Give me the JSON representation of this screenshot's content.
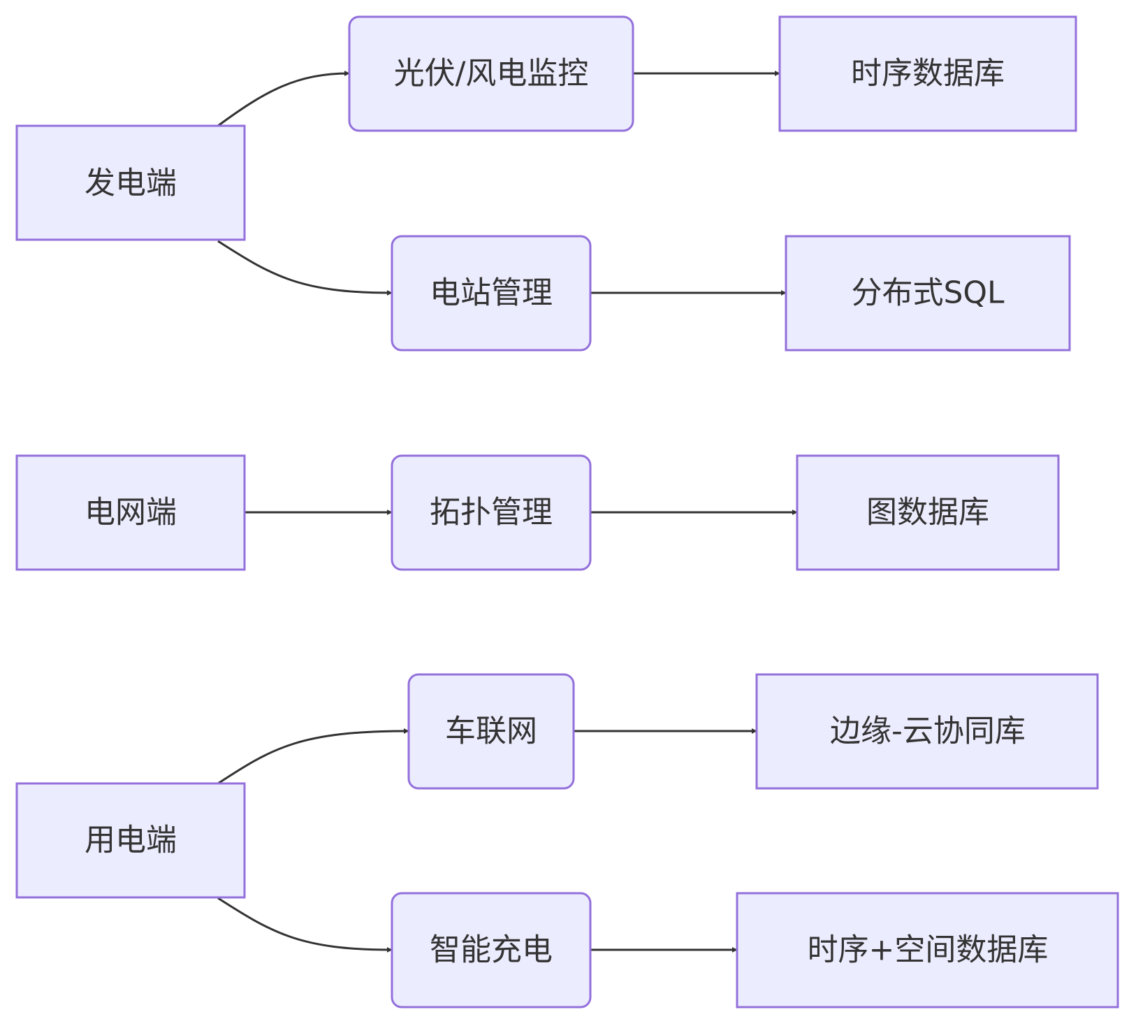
{
  "diagram": {
    "type": "flowchart",
    "direction": "left-to-right",
    "colors": {
      "node_fill": "#ECECFF",
      "node_border": "#9370DB",
      "edge": "#333333",
      "text": "#333333"
    },
    "nodes": {
      "gen": {
        "label": "发电端",
        "shape": "rect"
      },
      "pv": {
        "label": "光伏/风电监控",
        "shape": "round"
      },
      "tsdb1": {
        "label": "时序数据库",
        "shape": "rect"
      },
      "station": {
        "label": "电站管理",
        "shape": "round"
      },
      "dsql": {
        "label": "分布式SQL",
        "shape": "rect"
      },
      "grid": {
        "label": "电网端",
        "shape": "rect"
      },
      "topo": {
        "label": "拓扑管理",
        "shape": "round"
      },
      "graphdb": {
        "label": "图数据库",
        "shape": "rect"
      },
      "use": {
        "label": "用电端",
        "shape": "rect"
      },
      "iov": {
        "label": "车联网",
        "shape": "round"
      },
      "edgecloud": {
        "label": "边缘-云协同库",
        "shape": "rect"
      },
      "charge": {
        "label": "智能充电",
        "shape": "round"
      },
      "tsdb2": {
        "label": "时序+空间数据库",
        "shape": "rect"
      }
    },
    "edges": [
      {
        "from": "gen",
        "to": "pv"
      },
      {
        "from": "pv",
        "to": "tsdb1"
      },
      {
        "from": "gen",
        "to": "station"
      },
      {
        "from": "station",
        "to": "dsql"
      },
      {
        "from": "grid",
        "to": "topo"
      },
      {
        "from": "topo",
        "to": "graphdb"
      },
      {
        "from": "use",
        "to": "iov"
      },
      {
        "from": "iov",
        "to": "edgecloud"
      },
      {
        "from": "use",
        "to": "charge"
      },
      {
        "from": "charge",
        "to": "tsdb2"
      }
    ]
  }
}
